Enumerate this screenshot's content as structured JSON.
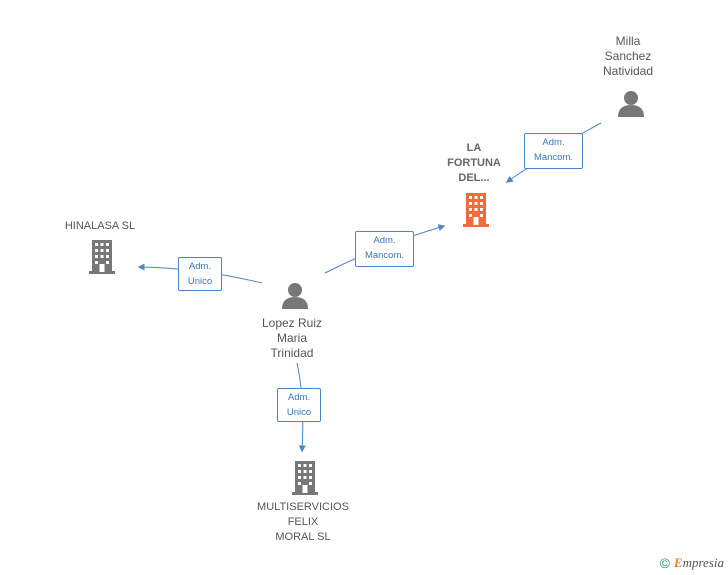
{
  "nodes": {
    "milla": {
      "label": "Milla\nSanchez\nNatividad",
      "type": "person"
    },
    "la_fortuna": {
      "label": "LA\nFORTUNA\nDEL...",
      "type": "company-focus"
    },
    "hinalasa": {
      "label": "HINALASA  SL",
      "type": "company"
    },
    "lopez": {
      "label": "Lopez Ruiz\nMaria\nTrinidad",
      "type": "person"
    },
    "multiservicios": {
      "label": "MULTISERVICIOS\nFELIX\nMORAL  SL",
      "type": "company"
    }
  },
  "edges": {
    "milla_to_fortuna": "Adm.\nMancom.",
    "lopez_to_fortuna": "Adm.\nMancom.",
    "lopez_to_hinalasa": "Adm.\nUnico",
    "lopez_to_multiservicios": "Adm.\nUnico"
  },
  "colors": {
    "edge": "#4a86c8",
    "company": "#777777",
    "company_focus": "#f26b3a",
    "person": "#777777"
  },
  "footer": {
    "copyright": "©",
    "brand_initial": "E",
    "brand_rest": "mpresia"
  }
}
